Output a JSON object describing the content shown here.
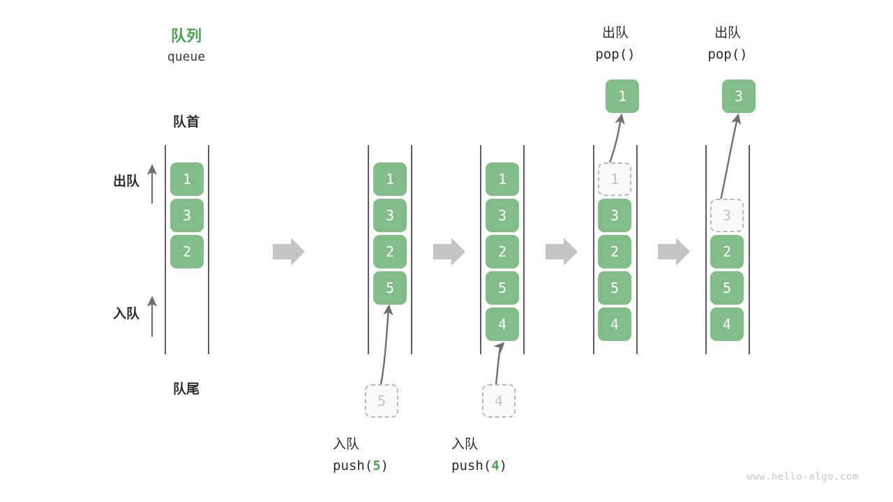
{
  "watermark": "www.hello-algo.com",
  "header": {
    "title_cn": "队列",
    "title_en": "queue"
  },
  "labels": {
    "front": "队首",
    "rear": "队尾",
    "dequeue_side": "出队",
    "enqueue_side": "入队"
  },
  "colors": {
    "green": "#82BC88",
    "green_text": "#4CA04F",
    "ghost_border": "#B8B8B8",
    "ghost_fill": "#FAFAFA",
    "ghost_text": "#C4C4C4",
    "rail": "#4A4A4A",
    "arrow_gray": "#6E6E6E",
    "block_arrow": "#C4C4C4",
    "text": "#2B2B2B",
    "watermark": "#C9C9C9"
  },
  "steps": [
    {
      "id": "initial",
      "caption_cn": "",
      "caption_code": "",
      "cells": [
        {
          "value": "1",
          "state": "filled"
        },
        {
          "value": "3",
          "state": "filled"
        },
        {
          "value": "2",
          "state": "filled"
        }
      ],
      "incoming": null,
      "outgoing": null
    },
    {
      "id": "push-5",
      "caption_cn": "入队",
      "caption_code": "push(5)",
      "caption_code_prefix": "push(",
      "caption_code_value": "5",
      "caption_code_suffix": ")",
      "cells": [
        {
          "value": "1",
          "state": "filled"
        },
        {
          "value": "3",
          "state": "filled"
        },
        {
          "value": "2",
          "state": "filled"
        },
        {
          "value": "5",
          "state": "filled"
        }
      ],
      "incoming": {
        "value": "5",
        "state": "ghost"
      },
      "outgoing": null
    },
    {
      "id": "push-4",
      "caption_cn": "入队",
      "caption_code": "push(4)",
      "caption_code_prefix": "push(",
      "caption_code_value": "4",
      "caption_code_suffix": ")",
      "cells": [
        {
          "value": "1",
          "state": "filled"
        },
        {
          "value": "3",
          "state": "filled"
        },
        {
          "value": "2",
          "state": "filled"
        },
        {
          "value": "5",
          "state": "filled"
        },
        {
          "value": "4",
          "state": "filled"
        }
      ],
      "incoming": {
        "value": "4",
        "state": "ghost"
      },
      "outgoing": null
    },
    {
      "id": "pop-1",
      "caption_cn": "出队",
      "caption_code": "pop()",
      "cells": [
        {
          "value": "1",
          "state": "ghost"
        },
        {
          "value": "3",
          "state": "filled"
        },
        {
          "value": "2",
          "state": "filled"
        },
        {
          "value": "5",
          "state": "filled"
        },
        {
          "value": "4",
          "state": "filled"
        }
      ],
      "incoming": null,
      "outgoing": {
        "value": "1",
        "state": "popped"
      }
    },
    {
      "id": "pop-3",
      "caption_cn": "出队",
      "caption_code": "pop()",
      "cells": [
        {
          "value": "",
          "state": "empty"
        },
        {
          "value": "3",
          "state": "ghost"
        },
        {
          "value": "2",
          "state": "filled"
        },
        {
          "value": "5",
          "state": "filled"
        },
        {
          "value": "4",
          "state": "filled"
        }
      ],
      "incoming": null,
      "outgoing": {
        "value": "3",
        "state": "popped"
      }
    }
  ],
  "transitions": [
    "block-arrow-right",
    "block-arrow-right",
    "block-arrow-right",
    "block-arrow-right"
  ]
}
